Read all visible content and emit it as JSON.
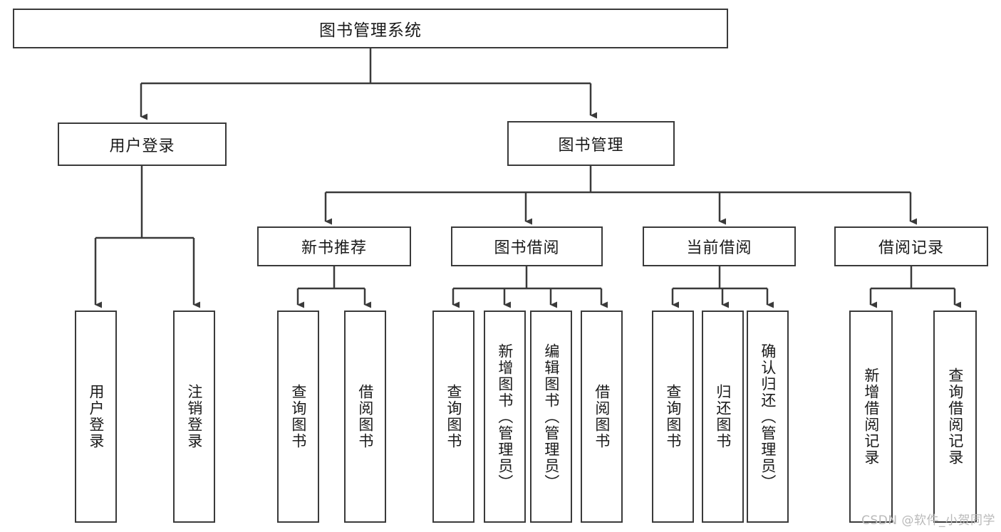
{
  "diagram": {
    "title": "图书管理系统",
    "watermark": "CSDN @软件_小贺同学",
    "theme": {
      "stroke": "#3a3a3a",
      "fill": "#ffffff",
      "text": "#1a1a1a",
      "watermark_color": "#b9b9b9"
    },
    "root": {
      "label": "图书管理系统"
    },
    "level2": [
      {
        "label": "用户登录"
      },
      {
        "label": "图书管理"
      }
    ],
    "level3": [
      {
        "label": "新书推荐"
      },
      {
        "label": "图书借阅"
      },
      {
        "label": "当前借阅"
      },
      {
        "label": "借阅记录"
      }
    ],
    "leaves": {
      "user_login": [
        {
          "label": "用户登录"
        },
        {
          "label": "注销登录"
        }
      ],
      "new_book_recommend": [
        {
          "label": "查询图书"
        },
        {
          "label": "借阅图书"
        }
      ],
      "book_borrow": [
        {
          "label": "查询图书"
        },
        {
          "label": "新增图书（管理员）"
        },
        {
          "label": "编辑图书（管理员）"
        },
        {
          "label": "借阅图书"
        }
      ],
      "current_borrow": [
        {
          "label": "查询图书"
        },
        {
          "label": "归还图书"
        },
        {
          "label": "确认归还（管理员）"
        }
      ],
      "borrow_record": [
        {
          "label": "新增借阅记录"
        },
        {
          "label": "查询借阅记录"
        }
      ]
    }
  }
}
